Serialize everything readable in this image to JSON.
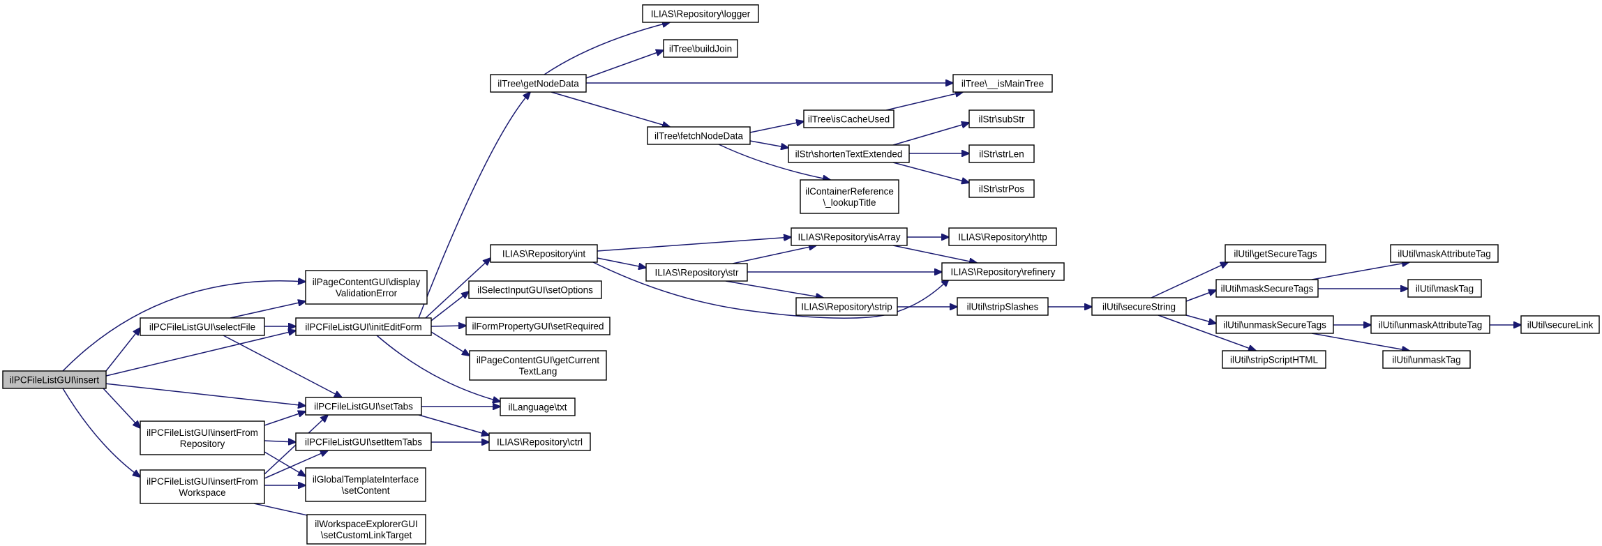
{
  "colors": {
    "edge": "#191970",
    "node_border": "#000000",
    "node_fill": "#ffffff",
    "root_fill": "#bfbfbf"
  },
  "nodes": [
    {
      "id": "insert",
      "lines": [
        "ilPCFileListGUI\\insert"
      ],
      "root": true
    },
    {
      "id": "display",
      "lines": [
        "ilPageContentGUI\\display",
        "ValidationError"
      ]
    },
    {
      "id": "selectFile",
      "lines": [
        "ilPCFileListGUI\\selectFile"
      ]
    },
    {
      "id": "initEditForm",
      "lines": [
        "ilPCFileListGUI\\initEditForm"
      ]
    },
    {
      "id": "setTabs",
      "lines": [
        "ilPCFileListGUI\\setTabs"
      ]
    },
    {
      "id": "insertRepo",
      "lines": [
        "ilPCFileListGUI\\insertFrom",
        "Repository"
      ]
    },
    {
      "id": "insertWs",
      "lines": [
        "ilPCFileListGUI\\insertFrom",
        "Workspace"
      ]
    },
    {
      "id": "setItemTabs",
      "lines": [
        "ilPCFileListGUI\\setItemTabs"
      ]
    },
    {
      "id": "setContent",
      "lines": [
        "ilGlobalTemplateInterface",
        "\\setContent"
      ]
    },
    {
      "id": "wsExplorer",
      "lines": [
        "ilWorkspaceExplorerGUI",
        "\\setCustomLinkTarget"
      ]
    },
    {
      "id": "getNodeData",
      "lines": [
        "ilTree\\getNodeData"
      ]
    },
    {
      "id": "repoInt",
      "lines": [
        "ILIAS\\Repository\\int"
      ]
    },
    {
      "id": "setOptions",
      "lines": [
        "ilSelectInputGUI\\setOptions"
      ]
    },
    {
      "id": "setRequired",
      "lines": [
        "ilFormPropertyGUI\\setRequired"
      ]
    },
    {
      "id": "getCurrentTextLang",
      "lines": [
        "ilPageContentGUI\\getCurrent",
        "TextLang"
      ]
    },
    {
      "id": "txt",
      "lines": [
        "ilLanguage\\txt"
      ]
    },
    {
      "id": "ctrl",
      "lines": [
        "ILIAS\\Repository\\ctrl"
      ]
    },
    {
      "id": "logger",
      "lines": [
        "ILIAS\\Repository\\logger"
      ]
    },
    {
      "id": "buildJoin",
      "lines": [
        "ilTree\\buildJoin"
      ]
    },
    {
      "id": "fetchNodeData",
      "lines": [
        "ilTree\\fetchNodeData"
      ]
    },
    {
      "id": "repoStr",
      "lines": [
        "ILIAS\\Repository\\str"
      ]
    },
    {
      "id": "isMainTree",
      "lines": [
        "ilTree\\__isMainTree"
      ]
    },
    {
      "id": "isCacheUsed",
      "lines": [
        "ilTree\\isCacheUsed"
      ]
    },
    {
      "id": "shortenText",
      "lines": [
        "ilStr\\shortenTextExtended"
      ]
    },
    {
      "id": "lookupTitle",
      "lines": [
        "ilContainerReference",
        "\\_lookupTitle"
      ]
    },
    {
      "id": "isArray",
      "lines": [
        "ILIAS\\Repository\\isArray"
      ]
    },
    {
      "id": "repoStrip",
      "lines": [
        "ILIAS\\Repository\\strip"
      ]
    },
    {
      "id": "subStr",
      "lines": [
        "ilStr\\subStr"
      ]
    },
    {
      "id": "strLen",
      "lines": [
        "ilStr\\strLen"
      ]
    },
    {
      "id": "strPos",
      "lines": [
        "ilStr\\strPos"
      ]
    },
    {
      "id": "http",
      "lines": [
        "ILIAS\\Repository\\http"
      ]
    },
    {
      "id": "refinery",
      "lines": [
        "ILIAS\\Repository\\refinery"
      ]
    },
    {
      "id": "stripSlashes",
      "lines": [
        "ilUtil\\stripSlashes"
      ]
    },
    {
      "id": "secureString",
      "lines": [
        "ilUtil\\secureString"
      ]
    },
    {
      "id": "getSecureTags",
      "lines": [
        "ilUtil\\getSecureTags"
      ]
    },
    {
      "id": "maskSecureTags",
      "lines": [
        "ilUtil\\maskSecureTags"
      ]
    },
    {
      "id": "unmaskSecureTags",
      "lines": [
        "ilUtil\\unmaskSecureTags"
      ]
    },
    {
      "id": "stripScriptHTML",
      "lines": [
        "ilUtil\\stripScriptHTML"
      ]
    },
    {
      "id": "maskAttributeTag",
      "lines": [
        "ilUtil\\maskAttributeTag"
      ]
    },
    {
      "id": "maskTag",
      "lines": [
        "ilUtil\\maskTag"
      ]
    },
    {
      "id": "unmaskAttributeTag",
      "lines": [
        "ilUtil\\unmaskAttributeTag"
      ]
    },
    {
      "id": "unmaskTag",
      "lines": [
        "ilUtil\\unmaskTag"
      ]
    },
    {
      "id": "secureLink",
      "lines": [
        "ilUtil\\secureLink"
      ]
    }
  ]
}
